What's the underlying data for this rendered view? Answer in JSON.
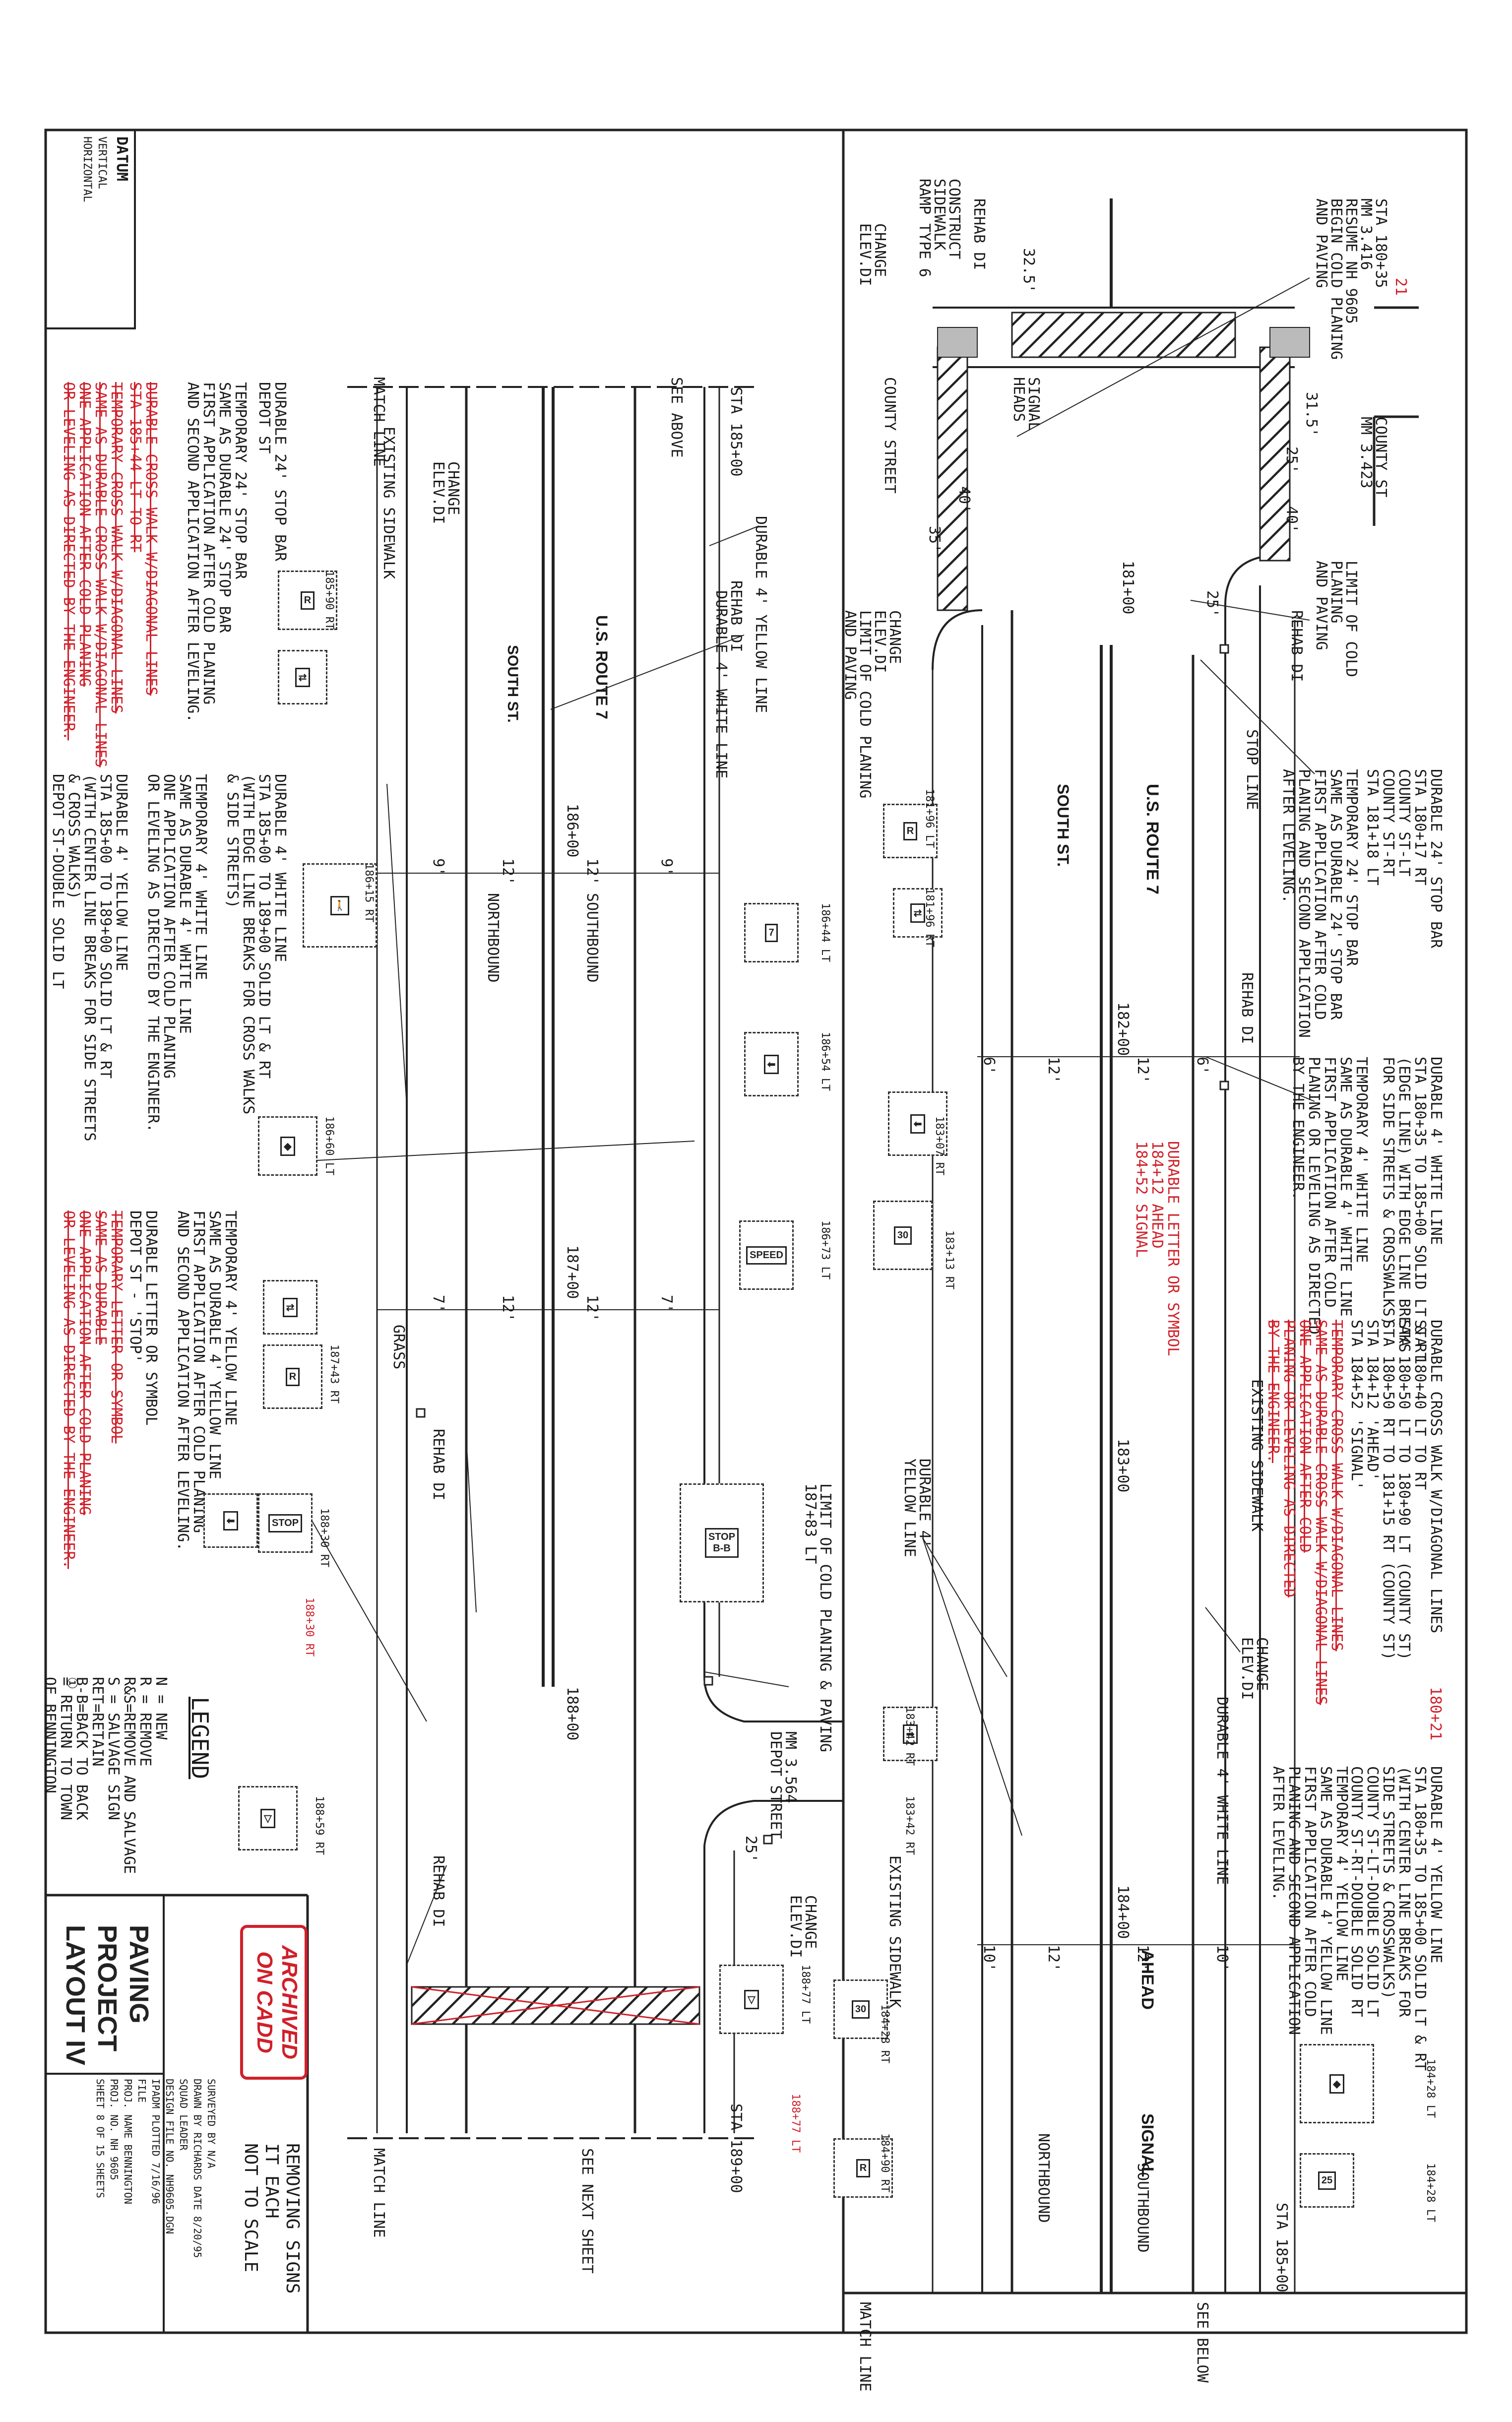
{
  "colors": {
    "ink": "#1a1a1a",
    "markup": "#d0202a",
    "paper": "#ffffff",
    "hatch": "#333333"
  },
  "datum": {
    "title": "DATUM",
    "vertical": "VERTICAL",
    "horizontal": "HORIZONTAL"
  },
  "title_block": {
    "title_line1": "PAVING",
    "title_line2": "PROJECT",
    "title_line3": "LAYOUT IV",
    "stamp_line1": "ARCHIVED",
    "stamp_line2": "ON CADD",
    "note_line1": "REMOVING SIGNS",
    "note_line2": "IT EACH",
    "scale": "NOT TO SCALE",
    "surveyed_by": "SURVEYED BY",
    "surveyed_value": "N/A",
    "drawn_by": "DRAWN BY",
    "drawn_value": "RICHARDS",
    "squad_leader": "SQUAD LEADER",
    "date_label": "DATE",
    "date_value": "8/20/95",
    "design_file": "DESIGN FILE NO.",
    "design_value": "NH9605.DGN",
    "ipadm": "IPADM",
    "file": "FILE",
    "plotted": "PLOTTED",
    "plotted_value": "7/16/96",
    "proj_name_label": "PROJ. NAME",
    "proj_name": "BENNINGTON",
    "proj_no_label": "PROJ. NO.",
    "proj_no": "NH 9605",
    "sheet": "SHEET 8 OF 15 SHEETS"
  },
  "legend": {
    "title": "LEGEND",
    "items": [
      "N = NEW",
      "R = REMOVE",
      "R&S=REMOVE AND SALVAGE",
      "S = SALVAGE SIGN",
      "RET=RETAIN",
      "B-B=BACK TO BACK",
      "= RETURN TO TOWN",
      "OF BENNINGTON"
    ],
    "circled": "①"
  },
  "top_panel": {
    "sta_header": "STA 180+35",
    "sta_header_red": "21",
    "mm_begin": "MM 3.416",
    "resume": "RESUME NH 9605",
    "begin_cold": "BEGIN COLD PLANING",
    "and_paving": "AND PAVING",
    "county_st": "COUNTY ST",
    "county_mm": "MM 3.423",
    "rehab_di": "REHAB DI",
    "construct": "CONSTRUCT",
    "sidewalk": "SIDEWALK",
    "ramp": "RAMP TYPE 6",
    "change_elev": "CHANGE",
    "elev_di": "ELEV.DI",
    "dim_325": "32.5'",
    "dim_315": "31.5'",
    "dim_25": "25'",
    "dim_40a": "40'",
    "dim_40b": "40'",
    "dim_35": "35'",
    "dim_25b": "25'",
    "signal_heads": "SIGNAL",
    "heads": "HEADS",
    "county_street": "COUNTY STREET",
    "sta_181": "181+00",
    "sta_182": "182+00",
    "sta_183": "183+00",
    "sta_184": "184+00",
    "limit_cold": "LIMIT OF COLD",
    "planing": "PLANING",
    "and_paving2": "AND PAVING",
    "rehab_di2": "REHAB DI",
    "stop_line": "STOP LINE",
    "route_label": "U.S. ROUTE 7",
    "south_st": "SOUTH ST.",
    "rehab_di3": "REHAB DI",
    "existing_sidewalk": "EXISTING SIDEWALK",
    "change_elev2": "CHANGE",
    "elev_di2": "ELEV.DI",
    "durable_white": "DURABLE 4' WHITE LINE",
    "durable_yellow4": "DURABLE 4'",
    "yellow_line": "YELLOW LINE",
    "limit_cold_left": "LIMIT OF COLD PLANING",
    "and_paving_left": "AND PAVING",
    "change_left": "CHANGE",
    "elev_left": "ELEV.DI",
    "ahead": "AHEAD",
    "signal": "SIGNAL",
    "northbound": "NORTHBOUND",
    "southbound": "SOUTHBOUND",
    "dim_6a": "6'",
    "dim_12a": "12'",
    "dim_12b": "12'",
    "dim_6b": "6'",
    "dim_10a": "10'",
    "dim_12c": "12'",
    "dim_12d": "12'",
    "dim_10b": "10'",
    "match_line": "MATCH LINE",
    "see_below": "SEE BELOW",
    "sta_185": "STA 185+00",
    "note1": [
      "DURABLE 24' STOP BAR",
      "STA 180+17 RT",
      "COUNTY ST-LT",
      "COUNTY ST-RT",
      "STA 181+18 LT"
    ],
    "note2": [
      "TEMPORARY 24' STOP BAR",
      "SAME AS DURABLE 24' STOP BAR",
      "FIRST APPLICATION AFTER COLD",
      "PLANING AND SECOND APPLICATION",
      "AFTER LEVELING."
    ],
    "note3": [
      "DURABLE 4' WHITE LINE",
      "STA 180+35 TO 185+00 SOLID LT & RT",
      "(EDGE LINE) WITH EDGE LINE BREAKS",
      "FOR SIDE STREETS & CROSSWALKS)"
    ],
    "note4": [
      "TEMPORARY 4' WHITE LINE",
      "SAME AS DURABLE 4' WHITE LINE",
      "FIRST APPLICATION AFTER COLD",
      "PLANING OR LEVELING AS DIRECTED",
      "BY THE ENGINEER."
    ],
    "note5": [
      "DURABLE CROSS WALK W/DIAGONAL LINES",
      "STA 180+40 LT TO RT",
      "STA 180+50 LT TO 180+90 LT (COUNTY ST)",
      "STA 180+50 RT TO 181+15 RT (COUNTY ST)",
      "STA 184+12 'AHEAD'",
      "STA 184+52 'SIGNAL'"
    ],
    "note6": [
      "TEMPORARY CROSS WALK W/DIAGONAL LINES",
      "SAME AS DURABLE CROSS WALK W/DIAGONAL LINES",
      "ONE APPLICATION AFTER COLD",
      "PLANING OR LEVELING AS DIRECTED",
      "BY THE ENGINEER."
    ],
    "note7": [
      "DURABLE 4' YELLOW LINE",
      "STA 180+35 TO 185+00 SOLID LT & RT",
      "(WITH CENTER LINE BREAKS FOR",
      "SIDE STREETS & CROSSWALKS)",
      "COUNTY ST-LT-DOUBLE SOLID LT",
      "COUNTY ST-RT-DOUBLE SOLID RT"
    ],
    "note7_red": "180+21",
    "note8": [
      "TEMPORARY 4' YELLOW LINE",
      "SAME AS DURABLE 4' YELLOW LINE",
      "FIRST APPLICATION AFTER COLD",
      "PLANING AND SECOND APPLICATION",
      "AFTER LEVELING."
    ],
    "red_ahead": [
      "DURABLE LETTER OR SYMBOL",
      "184+12 AHEAD",
      "184+52 SIGNAL"
    ],
    "sign_labels": [
      "181+96 LT",
      "181+96 RT",
      "183+07 RT",
      "183+13 RT",
      "183+42 RT",
      "183+42 RT",
      "184+28 RT",
      "184+28 LT",
      "184+28 LT",
      "184+90 RT",
      "184+90 RT"
    ]
  },
  "bottom_panel": {
    "match_line": "MATCH LINE",
    "see_above": "SEE ABOVE",
    "sta_185": "STA 185+00",
    "existing_sidewalk": "EXISTING SIDEWALK",
    "change": "CHANGE",
    "elev": "ELEV.DI",
    "durable_yellow": "DURABLE 4' YELLOW LINE",
    "rehab": "REHAB DI",
    "durable_white": "DURABLE 4' WHITE LINE",
    "route": "U.S. ROUTE 7",
    "south_st": "SOUTH ST.",
    "northbound": "NORTHBOUND",
    "southbound": "SOUTHBOUND",
    "sta_186": "186+00",
    "sta_187": "187+00",
    "sta_188": "188+00",
    "dim_9a": "9'",
    "dim_12a": "12'",
    "dim_12b": "12'",
    "dim_9b": "9'",
    "dim_7a": "7'",
    "dim_12c": "12'",
    "dim_12d": "12'",
    "dim_7b": "7'",
    "dim_25": "25'",
    "grass": "GRASS",
    "rehab_di": "REHAB DI",
    "rehab_di2": "REHAB DI",
    "limit_cold": "LIMIT OF COLD PLANING & PAVING",
    "limit_sta": "187+83 LT",
    "mm": "MM 3.564",
    "depot": "DEPOT STREET",
    "change2": "CHANGE",
    "elev2": "ELEV.DI",
    "existing_sidewalk2": "EXISTING SIDEWALK",
    "match_line2": "MATCH LINE",
    "see_next": "SEE NEXT SHEET",
    "sta_189": "STA 189+00",
    "stop_word": "STOP",
    "bb": "B-B",
    "note1": [
      "DURABLE 24' STOP BAR",
      "DEPOT ST"
    ],
    "note2": [
      "TEMPORARY 24' STOP BAR",
      "SAME AS DURABLE 24' STOP BAR",
      "FIRST APPLICATION AFTER COLD PLANING",
      "AND SECOND APPLICATION AFTER LEVELING."
    ],
    "note3": [
      "DURABLE CROSS WALK W/DIAGONAL LINES",
      "STA 185+44 LT TO RT"
    ],
    "note4": [
      "TEMPORARY CROSS WALK W/DIAGONAL LINES",
      "SAME AS DURABLE CROSS WALK W/DIAGONAL LINES",
      "ONE APPLICATION AFTER COLD PLANING",
      "OR LEVELING AS DIRECTED BY THE ENGINEER."
    ],
    "note5": [
      "DURABLE 4' WHITE LINE",
      "STA 185+00 TO 189+00 SOLID LT & RT",
      "(WITH EDGE LINE BREAKS FOR CROSS WALKS",
      "& SIDE STREETS)"
    ],
    "note6": [
      "TEMPORARY 4' WHITE LINE",
      "SAME AS DURABLE 4' WHITE LINE",
      "ONE APPLICATION AFTER COLD PLANING",
      "OR LEVELING AS DIRECTED BY THE ENGINEER."
    ],
    "note7": [
      "DURABLE 4' YELLOW LINE",
      "STA 185+00 TO 189+00 SOLID LT & RT",
      "(WITH CENTER LINE BREAKS FOR SIDE STREETS",
      "& CROSS WALKS)",
      "DEPOT ST-DOUBLE SOLID LT"
    ],
    "note8": [
      "TEMPORARY 4' YELLOW LINE",
      "SAME AS DURABLE 4' YELLOW LINE",
      "FIRST APPLICATION AFTER COLD PLANING",
      "AND SECOND APPLICATION AFTER LEVELING."
    ],
    "note9": [
      "DURABLE LETTER OR SYMBOL",
      "DEPOT ST - 'STOP'"
    ],
    "note10": [
      "TEMPORARY LETTER OR SYMBOL",
      "SAME AS DURABLE",
      "ONE APPLICATION AFTER COLD PLANING",
      "OR LEVELING AS DIRECTED BY THE ENGINEER."
    ],
    "sign_labels": [
      "185+90 RT",
      "186+15 RT",
      "186+44 LT",
      "186+54 LT",
      "186+60 LT",
      "186+73 LT",
      "187+43 RT",
      "188+30 RT",
      "188+30 RT",
      "188+59 RT",
      "188+77 LT",
      "188+77 LT"
    ]
  }
}
